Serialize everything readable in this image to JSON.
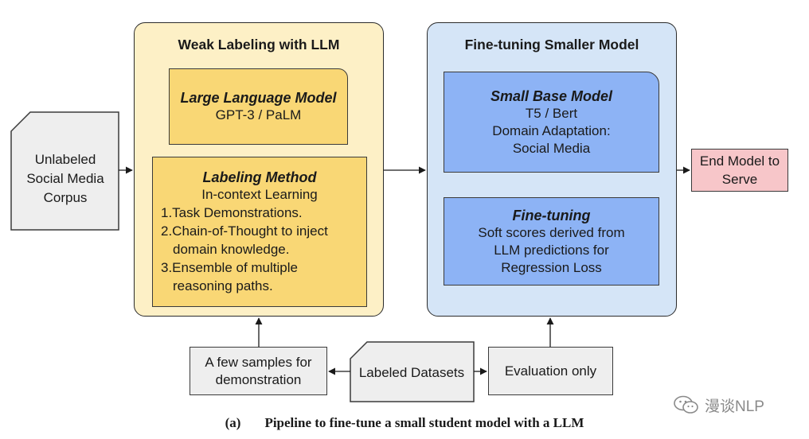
{
  "panels": {
    "weak_labeling": {
      "title": "Weak Labeling with LLM",
      "llm": {
        "title": "Large Language Model",
        "subtitle": "GPT-3 / PaLM"
      },
      "method": {
        "title": "Labeling Method",
        "subtitle": "In-context Learning",
        "items": [
          "1.Task Demonstrations.",
          "2.Chain-of-Thought to inject domain knowledge.",
          "3.Ensemble of multiple reasoning paths."
        ]
      }
    },
    "fine_tuning": {
      "title": "Fine-tuning Smaller Model",
      "small_base": {
        "title": "Small Base Model",
        "lines": [
          "T5 / Bert",
          "Domain Adaptation:",
          "Social Media"
        ]
      },
      "fine_tune": {
        "title": "Fine-tuning",
        "lines": [
          "Soft scores derived from",
          "LLM predictions for",
          "Regression Loss"
        ]
      }
    }
  },
  "input": {
    "lines": [
      "Unlabeled",
      "Social Media",
      "Corpus"
    ]
  },
  "output": {
    "lines": [
      "End Model to",
      "Serve"
    ]
  },
  "bottom": {
    "few_samples": {
      "lines": [
        "A few samples for",
        "demonstration"
      ]
    },
    "labeled_datasets": "Labeled Datasets",
    "evaluation": "Evaluation only"
  },
  "caption": {
    "label": "(a)",
    "text": "Pipeline to fine-tune a small student model with a LLM"
  },
  "watermark": "漫谈NLP",
  "colors": {
    "weak_panel_bg": "#fdf0c6",
    "fine_panel_bg": "#d5e5f7",
    "yellow_box": "#f9d775",
    "blue_box": "#8db3f5",
    "gray_box": "#eeeeee",
    "pink_box": "#f7c6c9"
  }
}
